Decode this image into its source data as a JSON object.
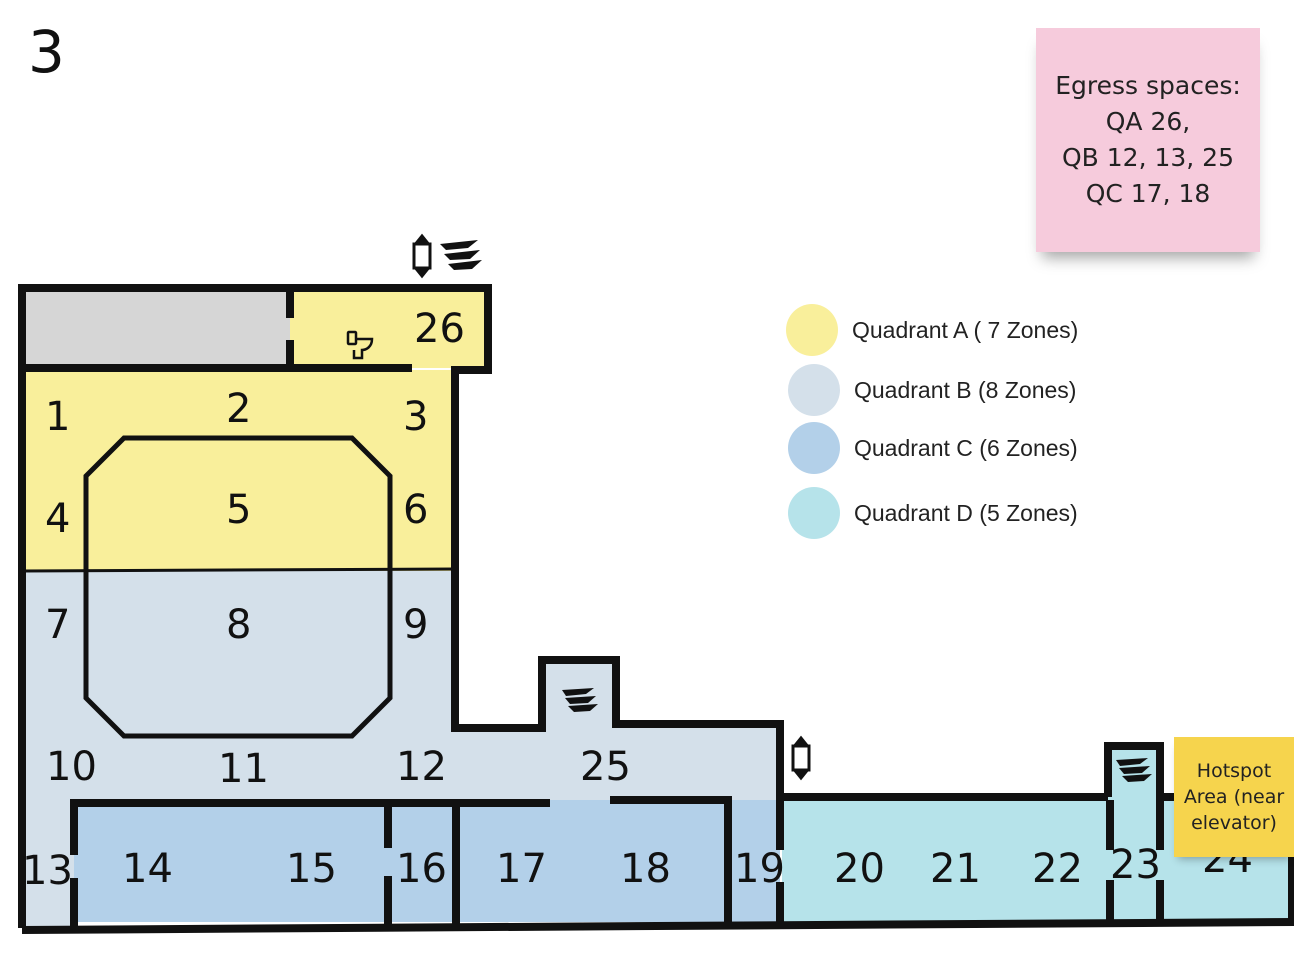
{
  "page_number": "3",
  "egress_note": {
    "lines": [
      "Egress spaces:",
      "QA 26,",
      "QB 12, 13, 25",
      "QC 17, 18"
    ]
  },
  "hotspot_note": {
    "lines": [
      "Hotspot",
      "Area (near",
      "elevator)"
    ]
  },
  "legend": [
    {
      "label": "Quadrant A ( 7 Zones)",
      "color": "#f9ef9b"
    },
    {
      "label": "Quadrant B (8 Zones)",
      "color": "#d4e0ea"
    },
    {
      "label": "Quadrant C (6 Zones)",
      "color": "#b3d0e9"
    },
    {
      "label": "Quadrant D (5 Zones)",
      "color": "#b6e3ea"
    }
  ],
  "colors": {
    "quadrant_a": "#f9ef9b",
    "quadrant_b": "#d4e0ea",
    "quadrant_c": "#b3d0e9",
    "quadrant_d": "#b6e3ea",
    "storage_gray": "#d6d6d6",
    "wall": "#111111"
  },
  "icons": [
    "elevator-icon",
    "stairs-icon",
    "toilet-icon"
  ],
  "zones": {
    "z1": "1",
    "z2": "2",
    "z3": "3",
    "z4": "4",
    "z5": "5",
    "z6": "6",
    "z7": "7",
    "z8": "8",
    "z9": "9",
    "z10": "10",
    "z11": "11",
    "z12": "12",
    "z13": "13",
    "z14": "14",
    "z15": "15",
    "z16": "16",
    "z17": "17",
    "z18": "18",
    "z19": "19",
    "z20": "20",
    "z21": "21",
    "z22": "22",
    "z23": "23",
    "z24": "24",
    "z25": "25",
    "z26": "26"
  }
}
